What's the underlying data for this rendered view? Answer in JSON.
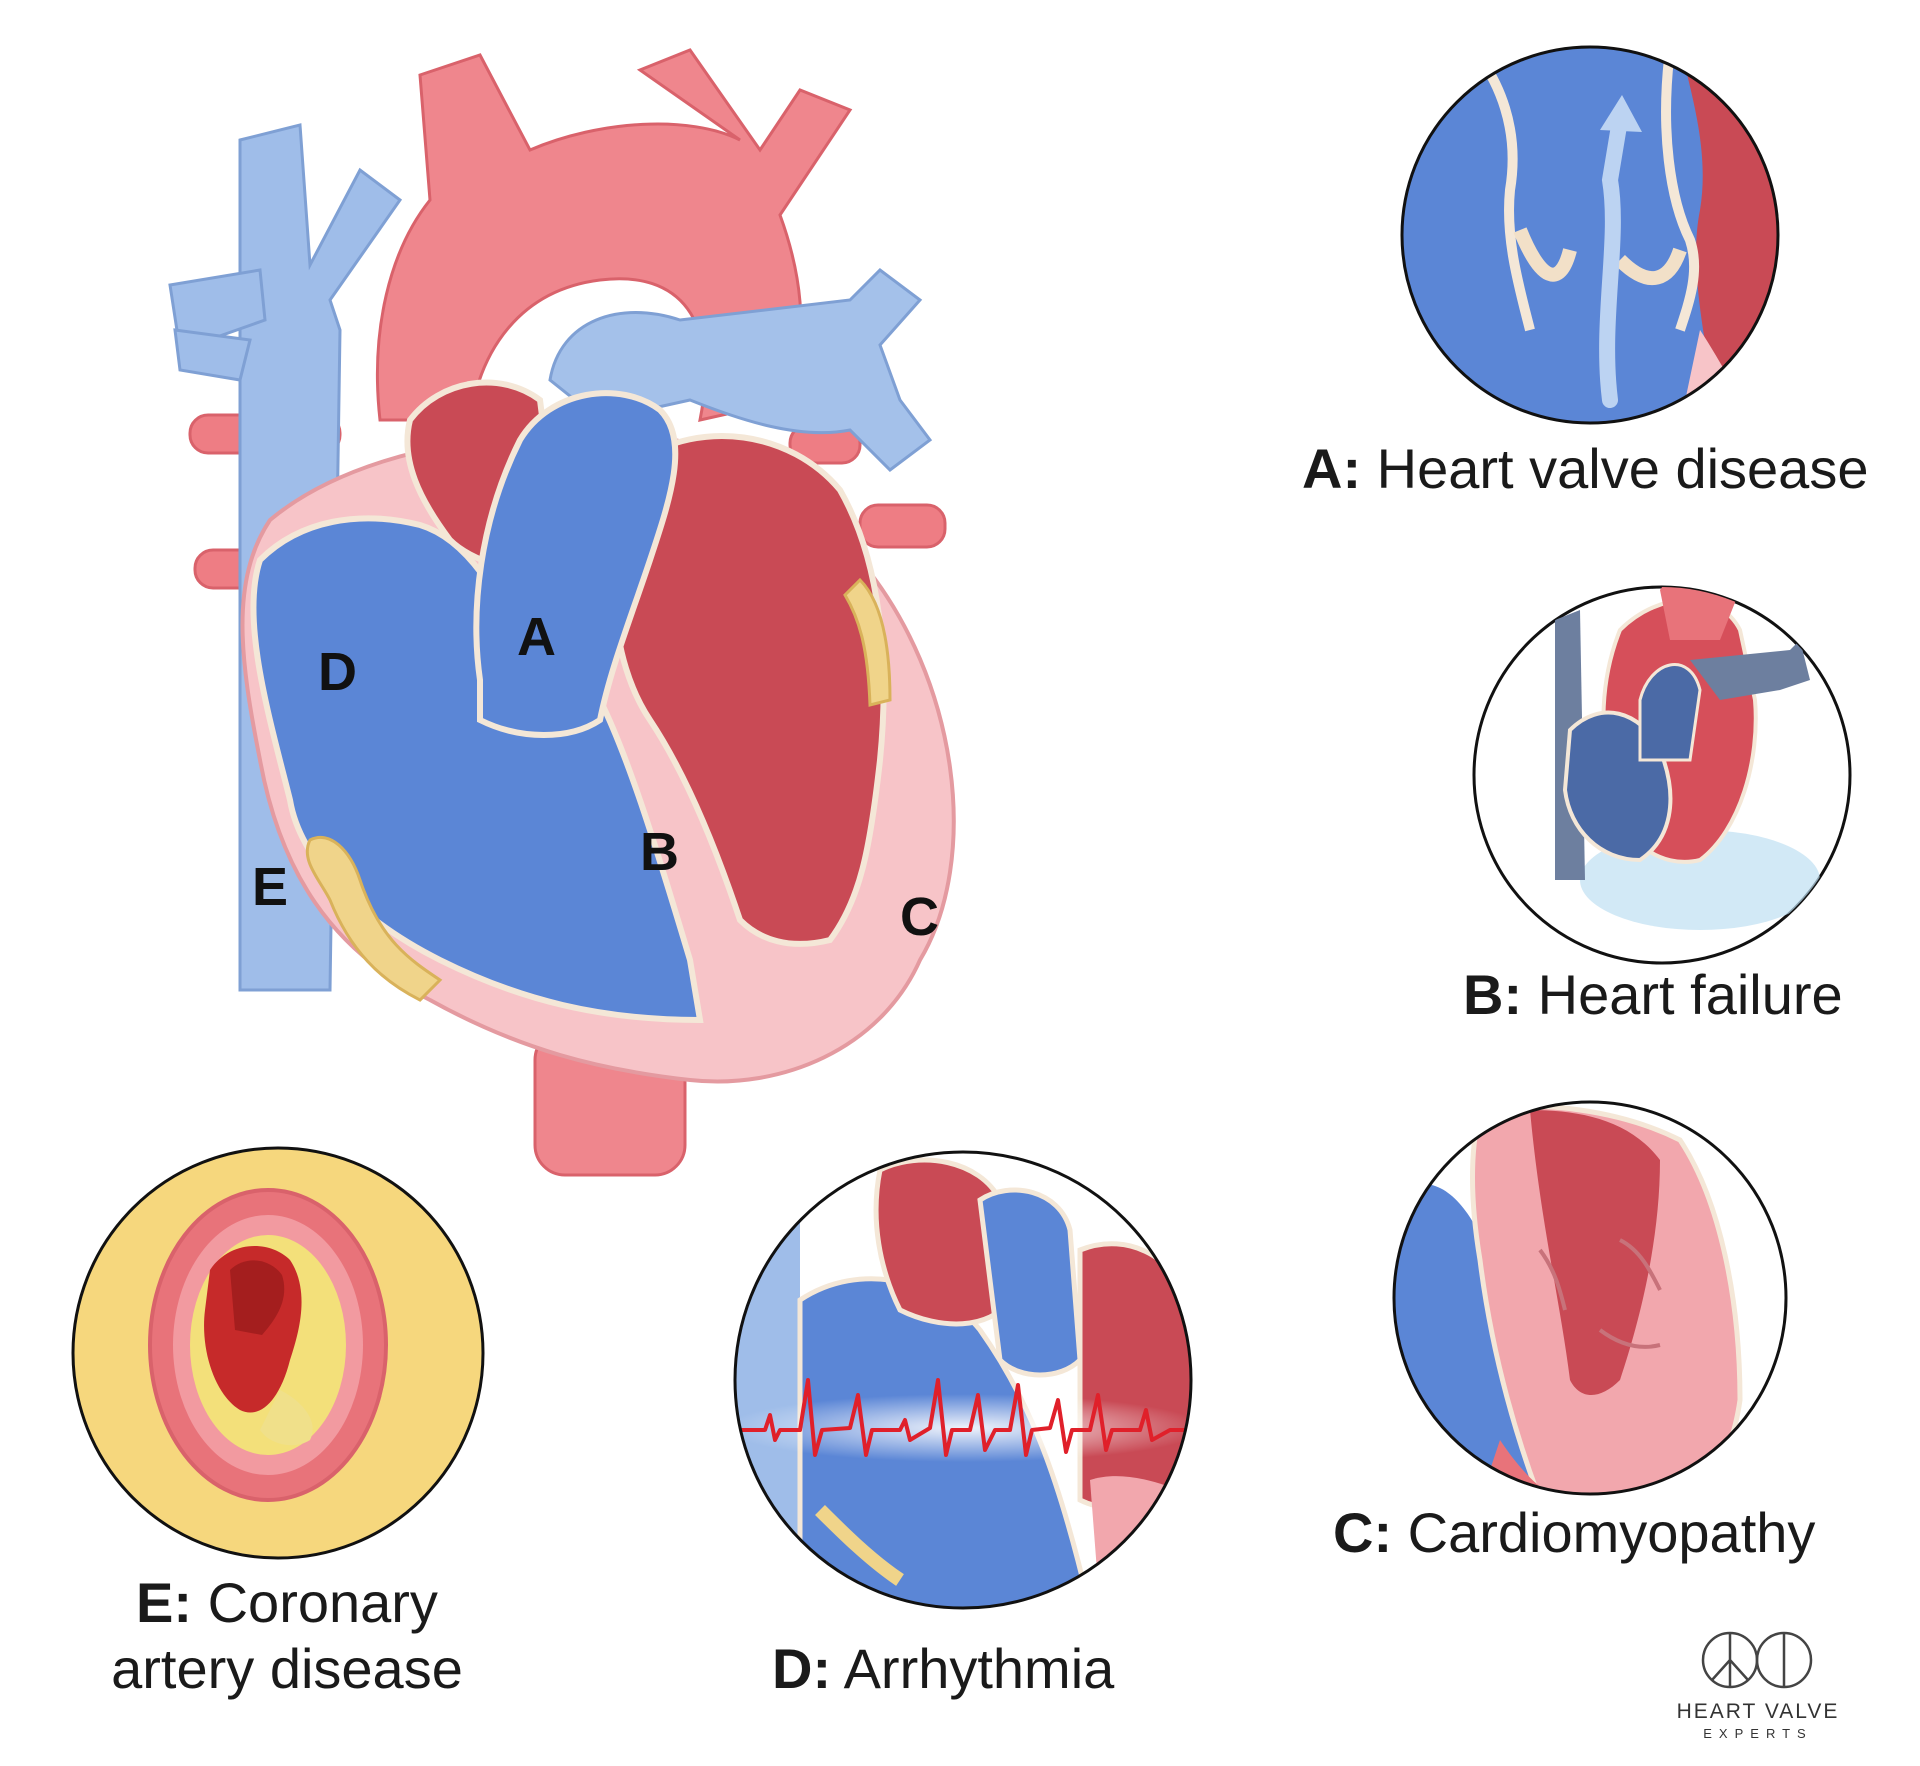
{
  "heart_labels": {
    "a": "A",
    "b": "B",
    "c": "C",
    "d": "D",
    "e": "E"
  },
  "captions": {
    "a": {
      "letter": "A:",
      "text": "Heart valve disease"
    },
    "b": {
      "letter": "B:",
      "text": "Heart failure"
    },
    "c": {
      "letter": "C:",
      "text": "Cardiomyopathy"
    },
    "d": {
      "letter": "D:",
      "text": "Arrhythmia"
    },
    "e": {
      "letter": "E:",
      "text_line1": "Coronary",
      "text_line2": "artery disease"
    }
  },
  "logo": {
    "name": "HEART VALVE",
    "sub": "EXPERTS"
  },
  "colors": {
    "oxygenated": "#e8737a",
    "deoxygenated": "#5b86d6",
    "vein_light": "#9bbbe8",
    "muscle_dark": "#c94a55",
    "myocardium_pink": "#f7c4c8",
    "plaque_yellow": "#f6d77d",
    "ecg_red": "#e0202a"
  }
}
